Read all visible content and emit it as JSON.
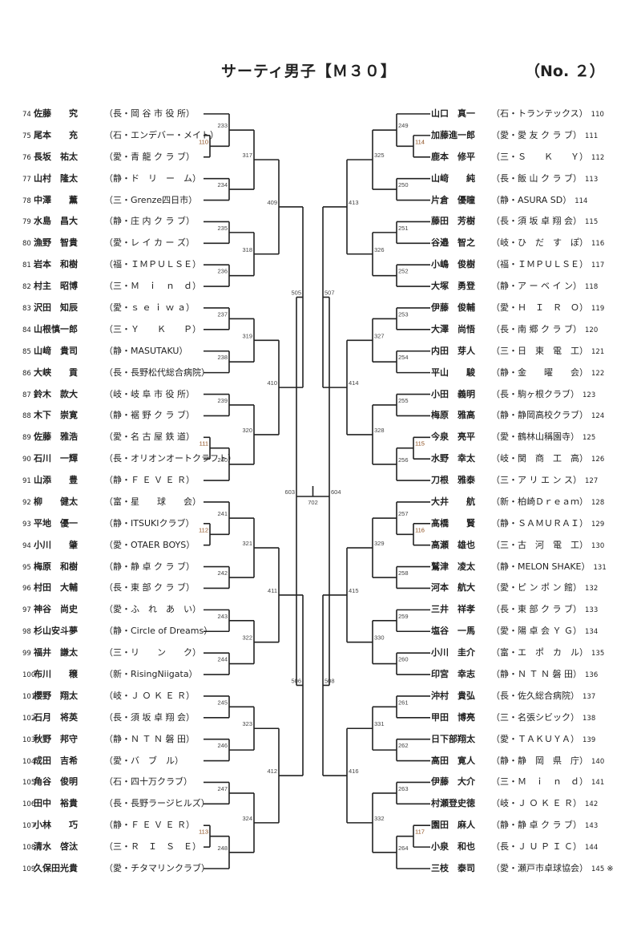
{
  "header": {
    "title": "サーティ男子【Ｍ３０】",
    "page_no": "（No. ２）"
  },
  "left_players": [
    {
      "seed": "74",
      "name": "佐藤　　究",
      "team": "（長・岡 谷 市 役 所）"
    },
    {
      "seed": "75",
      "name": "尾本　　充",
      "team": "（石・エンデバー・メイト）"
    },
    {
      "seed": "76",
      "name": "長坂　祐太",
      "team": "（愛・青 龍 ク ラ ブ）"
    },
    {
      "seed": "77",
      "name": "山村　隆太",
      "team": "（静・ド　リ　ー　ム）"
    },
    {
      "seed": "78",
      "name": "中澤　　薫",
      "team": "（三・Grenze四日市）"
    },
    {
      "seed": "79",
      "name": "水島　昌大",
      "team": "（静・庄 内 ク ラ ブ）"
    },
    {
      "seed": "80",
      "name": "漁野　智貴",
      "team": "（愛・レ イ カ ー ズ）"
    },
    {
      "seed": "81",
      "name": "岩本　和樹",
      "team": "（福・ＩＭＰＵＬＳＥ）"
    },
    {
      "seed": "82",
      "name": "村主　昭博",
      "team": "（三・Ｍ　ｉ　ｎ　ｄ）"
    },
    {
      "seed": "83",
      "name": "沢田　知辰",
      "team": "（愛・ｓ ｅ ｉ ｗ ａ）"
    },
    {
      "seed": "84",
      "name": "山根慎一郎",
      "team": "（三・Ｙ　　Ｋ　　Ｐ）"
    },
    {
      "seed": "85",
      "name": "山﨑　貴司",
      "team": "（静・MASUTAKU）"
    },
    {
      "seed": "86",
      "name": "大峡　　貢",
      "team": "（長・長野松代総合病院）"
    },
    {
      "seed": "87",
      "name": "鈴木　款大",
      "team": "（岐・岐 阜 市 役 所）"
    },
    {
      "seed": "88",
      "name": "木下　崇寛",
      "team": "（静・裾 野 ク ラ ブ）"
    },
    {
      "seed": "89",
      "name": "佐藤　雅浩",
      "team": "（愛・名 古 屋 鉄 道）"
    },
    {
      "seed": "90",
      "name": "石川　一輝",
      "team": "（長・オリオンオートクラフト）"
    },
    {
      "seed": "91",
      "name": "山添　　豊",
      "team": "（静・Ｆ Ｅ Ｖ Ｅ Ｒ）"
    },
    {
      "seed": "92",
      "name": "柳　　健太",
      "team": "（富・星　　球　　会）"
    },
    {
      "seed": "93",
      "name": "平地　優一",
      "team": "（静・ITSUKIクラブ）"
    },
    {
      "seed": "94",
      "name": "小川　　肇",
      "team": "（愛・OTAER BOYS）"
    },
    {
      "seed": "95",
      "name": "梅原　和樹",
      "team": "（静・静 卓 ク ラ ブ）"
    },
    {
      "seed": "96",
      "name": "村田　大輔",
      "team": "（長・東 部 ク ラ ブ）"
    },
    {
      "seed": "97",
      "name": "神谷　尚史",
      "team": "（愛・ふ　れ　あ　い）"
    },
    {
      "seed": "98",
      "name": "杉山安斗夢",
      "team": "（静・Circle of Dreams）"
    },
    {
      "seed": "99",
      "name": "福井　謙太",
      "team": "（三・リ　　ン　　ク）"
    },
    {
      "seed": "100",
      "name": "布川　　穣",
      "team": "（新・RisingNiigata）"
    },
    {
      "seed": "101",
      "name": "櫻野　翔太",
      "team": "（岐・Ｊ Ｏ Ｋ Ｅ Ｒ）"
    },
    {
      "seed": "102",
      "name": "石月　将英",
      "team": "（長・須 坂 卓 翔 会）"
    },
    {
      "seed": "103",
      "name": "秋野　邦守",
      "team": "（静・Ｎ Ｔ Ｎ 磐 田）"
    },
    {
      "seed": "104",
      "name": "成田　吉希",
      "team": "（愛・バ　ブ　ル）"
    },
    {
      "seed": "105",
      "name": "角谷　俊明",
      "team": "（石・四十万クラブ）"
    },
    {
      "seed": "106",
      "name": "田中　裕貴",
      "team": "（長・長野ラージヒルズ）"
    },
    {
      "seed": "107",
      "name": "小林　　巧",
      "team": "（静・Ｆ Ｅ Ｖ Ｅ Ｒ）"
    },
    {
      "seed": "108",
      "name": "清水　啓汰",
      "team": "（三・Ｒ　Ｉ　Ｓ　Ｅ）"
    },
    {
      "seed": "109",
      "name": "久保田光貴",
      "team": "（愛・チタマリンクラブ）"
    }
  ],
  "right_players": [
    {
      "seed": "110",
      "name": "山口　真一",
      "team": "（石・トランテックス）"
    },
    {
      "seed": "111",
      "name": "加藤進一郎",
      "team": "（愛・愛 友 ク ラ ブ）"
    },
    {
      "seed": "112",
      "name": "鹿本　修平",
      "team": "（三・Ｓ　　Ｋ　　Ｙ）"
    },
    {
      "seed": "113",
      "name": "山﨑　　純",
      "team": "（長・飯 山 ク ラ ブ）"
    },
    {
      "seed": "114",
      "name": "片倉　優瞳",
      "team": "（静・ASURA SD）"
    },
    {
      "seed": "115",
      "name": "藤田　芳樹",
      "team": "（長・須 坂 卓 翔 会）"
    },
    {
      "seed": "116",
      "name": "谷邉　智之",
      "team": "（岐・ひ　だ　す　ぽ）"
    },
    {
      "seed": "117",
      "name": "小嶋　俊樹",
      "team": "（福・ＩＭＰＵＬＳＥ）"
    },
    {
      "seed": "118",
      "name": "大塚　勇登",
      "team": "（静・ア ー ベ イ ン）"
    },
    {
      "seed": "119",
      "name": "伊藤　俊輔",
      "team": "（愛・Ｈ　Ｉ　Ｒ　Ｏ）"
    },
    {
      "seed": "120",
      "name": "大澤　尚悟",
      "team": "（長・南 郷 ク ラ ブ）"
    },
    {
      "seed": "121",
      "name": "内田　芽人",
      "team": "（三・日　東　電　工）"
    },
    {
      "seed": "122",
      "name": "平山　　駿",
      "team": "（静・金　　曜　　会）"
    },
    {
      "seed": "123",
      "name": "小田　義明",
      "team": "（長・駒ヶ根クラブ）"
    },
    {
      "seed": "124",
      "name": "梅原　雅高",
      "team": "（静・静岡高校クラブ）"
    },
    {
      "seed": "125",
      "name": "今泉　亮平",
      "team": "（愛・鶴林山稱園寺）"
    },
    {
      "seed": "126",
      "name": "水野　幸太",
      "team": "（岐・関　商　工　高）"
    },
    {
      "seed": "127",
      "name": "刀根　雅泰",
      "team": "（三・ア リ エ ン ス）"
    },
    {
      "seed": "128",
      "name": "大井　　航",
      "team": "（新・柏崎Ｄｒｅａｍ）"
    },
    {
      "seed": "129",
      "name": "髙橋　　賢",
      "team": "（静・ＳＡＭＵＲＡＩ）"
    },
    {
      "seed": "130",
      "name": "高瀬　雄也",
      "team": "（三・古　河　電　工）"
    },
    {
      "seed": "131",
      "name": "鷲津　凌太",
      "team": "（静・MELON SHAKE）"
    },
    {
      "seed": "132",
      "name": "河本　航大",
      "team": "（愛・ピ ン ポ ン 館）"
    },
    {
      "seed": "133",
      "name": "三井　祥孝",
      "team": "（長・東 部 ク ラ ブ）"
    },
    {
      "seed": "134",
      "name": "塩谷　一馬",
      "team": "（愛・陽 卓 会 Ｙ Ｇ）"
    },
    {
      "seed": "135",
      "name": "小川　圭介",
      "team": "（富・エ　ポ　カ　ル）"
    },
    {
      "seed": "136",
      "name": "印宮　幸志",
      "team": "（静・Ｎ Ｔ Ｎ 磐 田）"
    },
    {
      "seed": "137",
      "name": "沖村　貴弘",
      "team": "（長・佐久総合病院）"
    },
    {
      "seed": "138",
      "name": "甲田　博亮",
      "team": "（三・名張シビック）"
    },
    {
      "seed": "139",
      "name": "日下部翔太",
      "team": "（愛・ＴＡＫＵＹＡ）"
    },
    {
      "seed": "140",
      "name": "高田　寛人",
      "team": "（静・静　岡　県　庁）"
    },
    {
      "seed": "141",
      "name": "伊藤　大介",
      "team": "（三・Ｍ　ｉ　ｎ　ｄ）"
    },
    {
      "seed": "142",
      "name": "村瀬登史徳",
      "team": "（岐・Ｊ Ｏ Ｋ Ｅ Ｒ）"
    },
    {
      "seed": "143",
      "name": "園田　麻人",
      "team": "（静・静 卓 ク ラ ブ）"
    },
    {
      "seed": "144",
      "name": "小泉　和也",
      "team": "（長・Ｊ Ｕ Ｐ Ｉ Ｃ）"
    },
    {
      "seed": "145",
      "name": "三枝　泰司",
      "team": "（愛・瀬戸市卓球協会）",
      "note": "※"
    }
  ],
  "bracket": {
    "left": [
      {
        "id": "110",
        "a": [
          1
        ],
        "b": [
          2
        ],
        "pre": true
      },
      {
        "id": "233",
        "a": [
          0
        ],
        "b": [
          "110"
        ]
      },
      {
        "id": "234",
        "a": [
          3
        ],
        "b": [
          4
        ]
      },
      {
        "id": "317",
        "a": [
          "233"
        ],
        "b": [
          "234"
        ]
      },
      {
        "id": "235",
        "a": [
          5
        ],
        "b": [
          6
        ]
      },
      {
        "id": "236",
        "a": [
          7
        ],
        "b": [
          8
        ]
      },
      {
        "id": "318",
        "a": [
          "235"
        ],
        "b": [
          "236"
        ]
      },
      {
        "id": "409",
        "a": [
          "317"
        ],
        "b": [
          "318"
        ]
      },
      {
        "id": "237",
        "a": [
          9
        ],
        "b": [
          10
        ]
      },
      {
        "id": "238",
        "a": [
          11
        ],
        "b": [
          12
        ]
      },
      {
        "id": "319",
        "a": [
          "237"
        ],
        "b": [
          "238"
        ]
      },
      {
        "id": "239",
        "a": [
          13
        ],
        "b": [
          14
        ]
      },
      {
        "id": "111",
        "a": [
          15
        ],
        "b": [
          16
        ],
        "pre": true
      },
      {
        "id": "240",
        "a": [
          "111"
        ],
        "b": [
          17
        ]
      },
      {
        "id": "320",
        "a": [
          "239"
        ],
        "b": [
          "240"
        ]
      },
      {
        "id": "410",
        "a": [
          "319"
        ],
        "b": [
          "320"
        ]
      },
      {
        "id": "505",
        "a": [
          "409"
        ],
        "b": [
          "410"
        ]
      },
      {
        "id": "112",
        "a": [
          19
        ],
        "b": [
          20
        ],
        "pre": true
      },
      {
        "id": "241",
        "a": [
          18
        ],
        "b": [
          "112"
        ]
      },
      {
        "id": "242",
        "a": [
          21
        ],
        "b": [
          22
        ]
      },
      {
        "id": "321",
        "a": [
          "241"
        ],
        "b": [
          "242"
        ]
      },
      {
        "id": "243",
        "a": [
          23
        ],
        "b": [
          24
        ]
      },
      {
        "id": "244",
        "a": [
          25
        ],
        "b": [
          26
        ]
      },
      {
        "id": "322",
        "a": [
          "243"
        ],
        "b": [
          "244"
        ]
      },
      {
        "id": "411",
        "a": [
          "321"
        ],
        "b": [
          "322"
        ]
      },
      {
        "id": "245",
        "a": [
          27
        ],
        "b": [
          28
        ]
      },
      {
        "id": "246",
        "a": [
          29
        ],
        "b": [
          30
        ]
      },
      {
        "id": "323",
        "a": [
          "245"
        ],
        "b": [
          "246"
        ]
      },
      {
        "id": "247",
        "a": [
          31
        ],
        "b": [
          32
        ]
      },
      {
        "id": "113",
        "a": [
          33
        ],
        "b": [
          34
        ],
        "pre": true
      },
      {
        "id": "248",
        "a": [
          "113"
        ],
        "b": [
          35
        ]
      },
      {
        "id": "324",
        "a": [
          "247"
        ],
        "b": [
          "248"
        ]
      },
      {
        "id": "412",
        "a": [
          "323"
        ],
        "b": [
          "324"
        ]
      },
      {
        "id": "506",
        "a": [
          "411"
        ],
        "b": [
          "412"
        ]
      },
      {
        "id": "603",
        "a": [
          "505"
        ],
        "b": [
          "506"
        ]
      }
    ],
    "right": [
      {
        "id": "114",
        "a": [
          1
        ],
        "b": [
          2
        ],
        "pre": true
      },
      {
        "id": "249",
        "a": [
          0
        ],
        "b": [
          "114"
        ]
      },
      {
        "id": "250",
        "a": [
          3
        ],
        "b": [
          4
        ]
      },
      {
        "id": "325",
        "a": [
          "249"
        ],
        "b": [
          "250"
        ]
      },
      {
        "id": "251",
        "a": [
          5
        ],
        "b": [
          6
        ]
      },
      {
        "id": "252",
        "a": [
          7
        ],
        "b": [
          8
        ]
      },
      {
        "id": "326",
        "a": [
          "251"
        ],
        "b": [
          "252"
        ]
      },
      {
        "id": "413",
        "a": [
          "325"
        ],
        "b": [
          "326"
        ]
      },
      {
        "id": "253",
        "a": [
          9
        ],
        "b": [
          10
        ]
      },
      {
        "id": "254",
        "a": [
          11
        ],
        "b": [
          12
        ]
      },
      {
        "id": "327",
        "a": [
          "253"
        ],
        "b": [
          "254"
        ]
      },
      {
        "id": "255",
        "a": [
          13
        ],
        "b": [
          14
        ]
      },
      {
        "id": "115",
        "a": [
          15
        ],
        "b": [
          16
        ],
        "pre": true
      },
      {
        "id": "256",
        "a": [
          "115"
        ],
        "b": [
          17
        ]
      },
      {
        "id": "328",
        "a": [
          "255"
        ],
        "b": [
          "256"
        ]
      },
      {
        "id": "414",
        "a": [
          "327"
        ],
        "b": [
          "328"
        ]
      },
      {
        "id": "507",
        "a": [
          "413"
        ],
        "b": [
          "414"
        ]
      },
      {
        "id": "116",
        "a": [
          19
        ],
        "b": [
          20
        ],
        "pre": true
      },
      {
        "id": "257",
        "a": [
          18
        ],
        "b": [
          "116"
        ]
      },
      {
        "id": "258",
        "a": [
          21
        ],
        "b": [
          22
        ]
      },
      {
        "id": "329",
        "a": [
          "257"
        ],
        "b": [
          "258"
        ]
      },
      {
        "id": "259",
        "a": [
          23
        ],
        "b": [
          24
        ]
      },
      {
        "id": "260",
        "a": [
          25
        ],
        "b": [
          26
        ]
      },
      {
        "id": "330",
        "a": [
          "259"
        ],
        "b": [
          "260"
        ]
      },
      {
        "id": "415",
        "a": [
          "329"
        ],
        "b": [
          "330"
        ]
      },
      {
        "id": "261",
        "a": [
          27
        ],
        "b": [
          28
        ]
      },
      {
        "id": "262",
        "a": [
          29
        ],
        "b": [
          30
        ]
      },
      {
        "id": "331",
        "a": [
          "261"
        ],
        "b": [
          "262"
        ]
      },
      {
        "id": "263",
        "a": [
          31
        ],
        "b": [
          32
        ]
      },
      {
        "id": "117",
        "a": [
          33
        ],
        "b": [
          34
        ],
        "pre": true
      },
      {
        "id": "264",
        "a": [
          "117"
        ],
        "b": [
          35
        ]
      },
      {
        "id": "332",
        "a": [
          "263"
        ],
        "b": [
          "264"
        ]
      },
      {
        "id": "416",
        "a": [
          "331"
        ],
        "b": [
          "332"
        ]
      },
      {
        "id": "508",
        "a": [
          "415"
        ],
        "b": [
          "416"
        ]
      },
      {
        "id": "604",
        "a": [
          "507"
        ],
        "b": [
          "508"
        ]
      }
    ],
    "final": {
      "id": "702"
    }
  }
}
